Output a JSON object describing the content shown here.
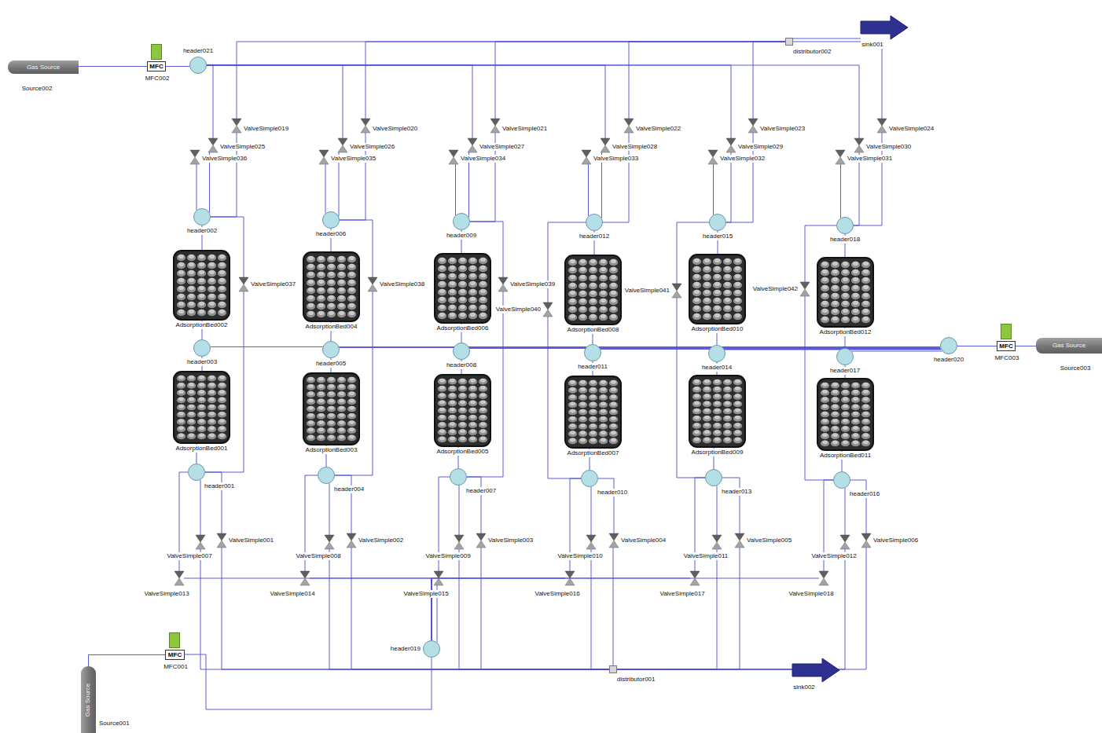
{
  "diagram": {
    "nodes": [
      {
        "text": [
          "Gas Source",
          "Source002"
        ]
      },
      {
        "text": [
          "MFC",
          "MFC002"
        ]
      },
      {
        "text": [
          "header021"
        ]
      },
      {
        "text": [
          "distributor002"
        ]
      },
      {
        "text": [
          "sink001"
        ]
      },
      {
        "text": [
          "ValveSimple019"
        ]
      },
      {
        "text": [
          "ValveSimple020"
        ]
      },
      {
        "text": [
          "ValveSimple021"
        ]
      },
      {
        "text": [
          "ValveSimple022"
        ]
      },
      {
        "text": [
          "ValveSimple023"
        ]
      },
      {
        "text": [
          "ValveSimple024"
        ]
      },
      {
        "text": [
          "ValveSimple025"
        ]
      },
      {
        "text": [
          "ValveSimple026"
        ]
      },
      {
        "text": [
          "ValveSimple027"
        ]
      },
      {
        "text": [
          "ValveSimple028"
        ]
      },
      {
        "text": [
          "ValveSimple029"
        ]
      },
      {
        "text": [
          "ValveSimple030"
        ]
      },
      {
        "text": [
          "ValveSimple036"
        ]
      },
      {
        "text": [
          "ValveSimple035"
        ]
      },
      {
        "text": [
          "ValveSimple034"
        ]
      },
      {
        "text": [
          "ValveSimple033"
        ]
      },
      {
        "text": [
          "ValveSimple032"
        ]
      },
      {
        "text": [
          "ValveSimple031"
        ]
      },
      {
        "text": [
          "header002"
        ]
      },
      {
        "text": [
          "header006"
        ]
      },
      {
        "text": [
          "header009"
        ]
      },
      {
        "text": [
          "header012"
        ]
      },
      {
        "text": [
          "header015"
        ]
      },
      {
        "text": [
          "header018"
        ]
      },
      {
        "text": [
          "AdsorptionBed002"
        ]
      },
      {
        "text": [
          "AdsorptionBed004"
        ]
      },
      {
        "text": [
          "AdsorptionBed006"
        ]
      },
      {
        "text": [
          "AdsorptionBed008"
        ]
      },
      {
        "text": [
          "AdsorptionBed010"
        ]
      },
      {
        "text": [
          "AdsorptionBed012"
        ]
      },
      {
        "text": [
          "ValveSimple037"
        ]
      },
      {
        "text": [
          "ValveSimple038"
        ]
      },
      {
        "text": [
          "ValveSimple039"
        ]
      },
      {
        "text": [
          "ValveSimple040"
        ]
      },
      {
        "text": [
          "ValveSimple041"
        ]
      },
      {
        "text": [
          "ValveSimple042"
        ]
      },
      {
        "text": [
          "header003"
        ]
      },
      {
        "text": [
          "header005"
        ]
      },
      {
        "text": [
          "header008"
        ]
      },
      {
        "text": [
          "header011"
        ]
      },
      {
        "text": [
          "header014"
        ]
      },
      {
        "text": [
          "header017"
        ]
      },
      {
        "text": [
          "header020"
        ]
      },
      {
        "text": [
          "MFC",
          "MFC003"
        ]
      },
      {
        "text": [
          "Gas Source",
          "Source003"
        ]
      },
      {
        "text": [
          "AdsorptionBed001"
        ]
      },
      {
        "text": [
          "AdsorptionBed003"
        ]
      },
      {
        "text": [
          "AdsorptionBed005"
        ]
      },
      {
        "text": [
          "AdsorptionBed007"
        ]
      },
      {
        "text": [
          "AdsorptionBed009"
        ]
      },
      {
        "text": [
          "AdsorptionBed011"
        ]
      },
      {
        "text": [
          "header001"
        ]
      },
      {
        "text": [
          "header004"
        ]
      },
      {
        "text": [
          "header007"
        ]
      },
      {
        "text": [
          "header010"
        ]
      },
      {
        "text": [
          "header013"
        ]
      },
      {
        "text": [
          "header016"
        ]
      },
      {
        "text": [
          "ValveSimple001"
        ]
      },
      {
        "text": [
          "ValveSimple002"
        ]
      },
      {
        "text": [
          "ValveSimple003"
        ]
      },
      {
        "text": [
          "ValveSimple004"
        ]
      },
      {
        "text": [
          "ValveSimple005"
        ]
      },
      {
        "text": [
          "ValveSimple006"
        ]
      },
      {
        "text": [
          "ValveSimple007"
        ]
      },
      {
        "text": [
          "ValveSimple008"
        ]
      },
      {
        "text": [
          "ValveSimple009"
        ]
      },
      {
        "text": [
          "ValveSimple010"
        ]
      },
      {
        "text": [
          "ValveSimple011"
        ]
      },
      {
        "text": [
          "ValveSimple012"
        ]
      },
      {
        "text": [
          "ValveSimple013"
        ]
      },
      {
        "text": [
          "ValveSimple014"
        ]
      },
      {
        "text": [
          "ValveSimple015"
        ]
      },
      {
        "text": [
          "ValveSimple016"
        ]
      },
      {
        "text": [
          "ValveSimple017"
        ]
      },
      {
        "text": [
          "ValveSimple018"
        ]
      },
      {
        "text": [
          "MFC",
          "MFC001"
        ]
      },
      {
        "text": [
          "header019"
        ]
      },
      {
        "text": [
          "distributor001"
        ]
      },
      {
        "text": [
          "sink002"
        ]
      },
      {
        "text": [
          "Gas Source",
          "Source001"
        ]
      }
    ],
    "edges": [
      {
        "from": 0,
        "to": 1,
        "arrow": "none"
      },
      {
        "from": 1,
        "to": 2,
        "arrow": "none"
      },
      {
        "from": 2,
        "to": 11,
        "arrow": "none"
      },
      {
        "from": 2,
        "to": 12,
        "arrow": "none"
      },
      {
        "from": 2,
        "to": 13,
        "arrow": "none"
      },
      {
        "from": 2,
        "to": 14,
        "arrow": "none"
      },
      {
        "from": 2,
        "to": 15,
        "arrow": "none"
      },
      {
        "from": 2,
        "to": 16,
        "arrow": "none"
      },
      {
        "from": 5,
        "to": 3,
        "arrow": "none"
      },
      {
        "from": 6,
        "to": 3,
        "arrow": "none"
      },
      {
        "from": 7,
        "to": 3,
        "arrow": "none"
      },
      {
        "from": 8,
        "to": 3,
        "arrow": "none"
      },
      {
        "from": 9,
        "to": 3,
        "arrow": "none"
      },
      {
        "from": 10,
        "to": 3,
        "arrow": "none"
      },
      {
        "from": 3,
        "to": 4,
        "arrow": "none"
      },
      {
        "from": 5,
        "to": 23,
        "arrow": "none"
      },
      {
        "from": 11,
        "to": 23,
        "arrow": "none"
      },
      {
        "from": 17,
        "to": 23,
        "arrow": "none"
      },
      {
        "from": 6,
        "to": 24,
        "arrow": "none"
      },
      {
        "from": 12,
        "to": 24,
        "arrow": "none"
      },
      {
        "from": 18,
        "to": 24,
        "arrow": "none"
      },
      {
        "from": 7,
        "to": 25,
        "arrow": "none"
      },
      {
        "from": 13,
        "to": 25,
        "arrow": "none"
      },
      {
        "from": 19,
        "to": 25,
        "arrow": "none"
      },
      {
        "from": 8,
        "to": 26,
        "arrow": "none"
      },
      {
        "from": 14,
        "to": 26,
        "arrow": "none"
      },
      {
        "from": 20,
        "to": 26,
        "arrow": "none"
      },
      {
        "from": 9,
        "to": 27,
        "arrow": "none"
      },
      {
        "from": 15,
        "to": 27,
        "arrow": "none"
      },
      {
        "from": 21,
        "to": 27,
        "arrow": "none"
      },
      {
        "from": 10,
        "to": 28,
        "arrow": "none"
      },
      {
        "from": 16,
        "to": 28,
        "arrow": "none"
      },
      {
        "from": 22,
        "to": 28,
        "arrow": "none"
      },
      {
        "from": 23,
        "to": 29,
        "arrow": "none"
      },
      {
        "from": 29,
        "to": 41,
        "arrow": "none"
      },
      {
        "from": 41,
        "to": 50,
        "arrow": "none"
      },
      {
        "from": 50,
        "to": 56,
        "arrow": "none"
      },
      {
        "from": 24,
        "to": 30,
        "arrow": "none"
      },
      {
        "from": 30,
        "to": 42,
        "arrow": "none"
      },
      {
        "from": 42,
        "to": 51,
        "arrow": "none"
      },
      {
        "from": 51,
        "to": 57,
        "arrow": "none"
      },
      {
        "from": 25,
        "to": 31,
        "arrow": "none"
      },
      {
        "from": 31,
        "to": 43,
        "arrow": "none"
      },
      {
        "from": 43,
        "to": 52,
        "arrow": "none"
      },
      {
        "from": 52,
        "to": 58,
        "arrow": "none"
      },
      {
        "from": 26,
        "to": 32,
        "arrow": "none"
      },
      {
        "from": 32,
        "to": 44,
        "arrow": "none"
      },
      {
        "from": 44,
        "to": 53,
        "arrow": "none"
      },
      {
        "from": 53,
        "to": 59,
        "arrow": "none"
      },
      {
        "from": 27,
        "to": 33,
        "arrow": "none"
      },
      {
        "from": 33,
        "to": 45,
        "arrow": "none"
      },
      {
        "from": 45,
        "to": 54,
        "arrow": "none"
      },
      {
        "from": 54,
        "to": 60,
        "arrow": "none"
      },
      {
        "from": 28,
        "to": 34,
        "arrow": "none"
      },
      {
        "from": 34,
        "to": 46,
        "arrow": "none"
      },
      {
        "from": 46,
        "to": 55,
        "arrow": "none"
      },
      {
        "from": 55,
        "to": 61,
        "arrow": "none"
      },
      {
        "from": 41,
        "to": 47,
        "arrow": "none"
      },
      {
        "from": 42,
        "to": 47,
        "arrow": "none"
      },
      {
        "from": 43,
        "to": 47,
        "arrow": "none"
      },
      {
        "from": 44,
        "to": 47,
        "arrow": "none"
      },
      {
        "from": 45,
        "to": 47,
        "arrow": "none"
      },
      {
        "from": 46,
        "to": 47,
        "arrow": "none"
      },
      {
        "from": 49,
        "to": 48,
        "arrow": "none"
      },
      {
        "from": 48,
        "to": 47,
        "arrow": "none"
      },
      {
        "from": 23,
        "to": 35,
        "arrow": "none"
      },
      {
        "from": 35,
        "to": 56,
        "arrow": "none"
      },
      {
        "from": 24,
        "to": 36,
        "arrow": "none"
      },
      {
        "from": 36,
        "to": 57,
        "arrow": "none"
      },
      {
        "from": 25,
        "to": 37,
        "arrow": "none"
      },
      {
        "from": 37,
        "to": 58,
        "arrow": "none"
      },
      {
        "from": 26,
        "to": 38,
        "arrow": "none"
      },
      {
        "from": 38,
        "to": 59,
        "arrow": "none"
      },
      {
        "from": 27,
        "to": 39,
        "arrow": "none"
      },
      {
        "from": 39,
        "to": 60,
        "arrow": "none"
      },
      {
        "from": 28,
        "to": 40,
        "arrow": "none"
      },
      {
        "from": 40,
        "to": 61,
        "arrow": "none"
      },
      {
        "from": 56,
        "to": 62,
        "arrow": "none"
      },
      {
        "from": 56,
        "to": 68,
        "arrow": "none"
      },
      {
        "from": 56,
        "to": 74,
        "arrow": "none"
      },
      {
        "from": 57,
        "to": 63,
        "arrow": "none"
      },
      {
        "from": 57,
        "to": 69,
        "arrow": "none"
      },
      {
        "from": 57,
        "to": 75,
        "arrow": "none"
      },
      {
        "from": 58,
        "to": 64,
        "arrow": "none"
      },
      {
        "from": 58,
        "to": 70,
        "arrow": "none"
      },
      {
        "from": 58,
        "to": 76,
        "arrow": "none"
      },
      {
        "from": 59,
        "to": 65,
        "arrow": "none"
      },
      {
        "from": 59,
        "to": 71,
        "arrow": "none"
      },
      {
        "from": 59,
        "to": 77,
        "arrow": "none"
      },
      {
        "from": 60,
        "to": 66,
        "arrow": "none"
      },
      {
        "from": 60,
        "to": 72,
        "arrow": "none"
      },
      {
        "from": 60,
        "to": 78,
        "arrow": "none"
      },
      {
        "from": 61,
        "to": 67,
        "arrow": "none"
      },
      {
        "from": 61,
        "to": 73,
        "arrow": "none"
      },
      {
        "from": 61,
        "to": 79,
        "arrow": "none"
      },
      {
        "from": 62,
        "to": 82,
        "arrow": "none"
      },
      {
        "from": 63,
        "to": 82,
        "arrow": "none"
      },
      {
        "from": 64,
        "to": 82,
        "arrow": "none"
      },
      {
        "from": 65,
        "to": 82,
        "arrow": "none"
      },
      {
        "from": 66,
        "to": 82,
        "arrow": "none"
      },
      {
        "from": 67,
        "to": 82,
        "arrow": "none"
      },
      {
        "from": 68,
        "to": 82,
        "arrow": "none"
      },
      {
        "from": 69,
        "to": 82,
        "arrow": "none"
      },
      {
        "from": 70,
        "to": 82,
        "arrow": "none"
      },
      {
        "from": 71,
        "to": 82,
        "arrow": "none"
      },
      {
        "from": 72,
        "to": 82,
        "arrow": "none"
      },
      {
        "from": 73,
        "to": 82,
        "arrow": "none"
      },
      {
        "from": 81,
        "to": 74,
        "arrow": "none"
      },
      {
        "from": 81,
        "to": 75,
        "arrow": "none"
      },
      {
        "from": 81,
        "to": 76,
        "arrow": "none"
      },
      {
        "from": 81,
        "to": 77,
        "arrow": "none"
      },
      {
        "from": 81,
        "to": 78,
        "arrow": "none"
      },
      {
        "from": 81,
        "to": 79,
        "arrow": "none"
      },
      {
        "from": 84,
        "to": 80,
        "arrow": "none"
      },
      {
        "from": 80,
        "to": 81,
        "arrow": "none"
      },
      {
        "from": 82,
        "to": 83,
        "arrow": "none"
      }
    ]
  }
}
